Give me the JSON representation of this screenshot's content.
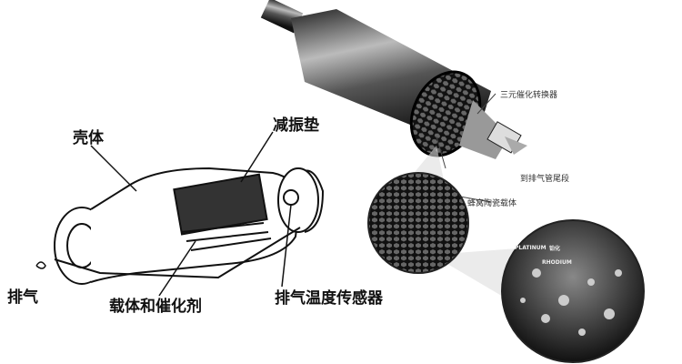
{
  "labels": {
    "shell": "壳体",
    "damping_mat": "减振垫",
    "exhaust": "排气",
    "substrate_catalyst": "载体和催化剂",
    "exhaust_temp_sensor": "排气温度传感器",
    "three_way_converter": "三元催化转换器",
    "to_tailpipe": "到排气管尾段",
    "honeycomb_ceramic": "蜂窝陶瓷载体",
    "platinum": "PLATINUM",
    "platinum_cn": "铂化",
    "rhodium": "RHODIUM"
  }
}
